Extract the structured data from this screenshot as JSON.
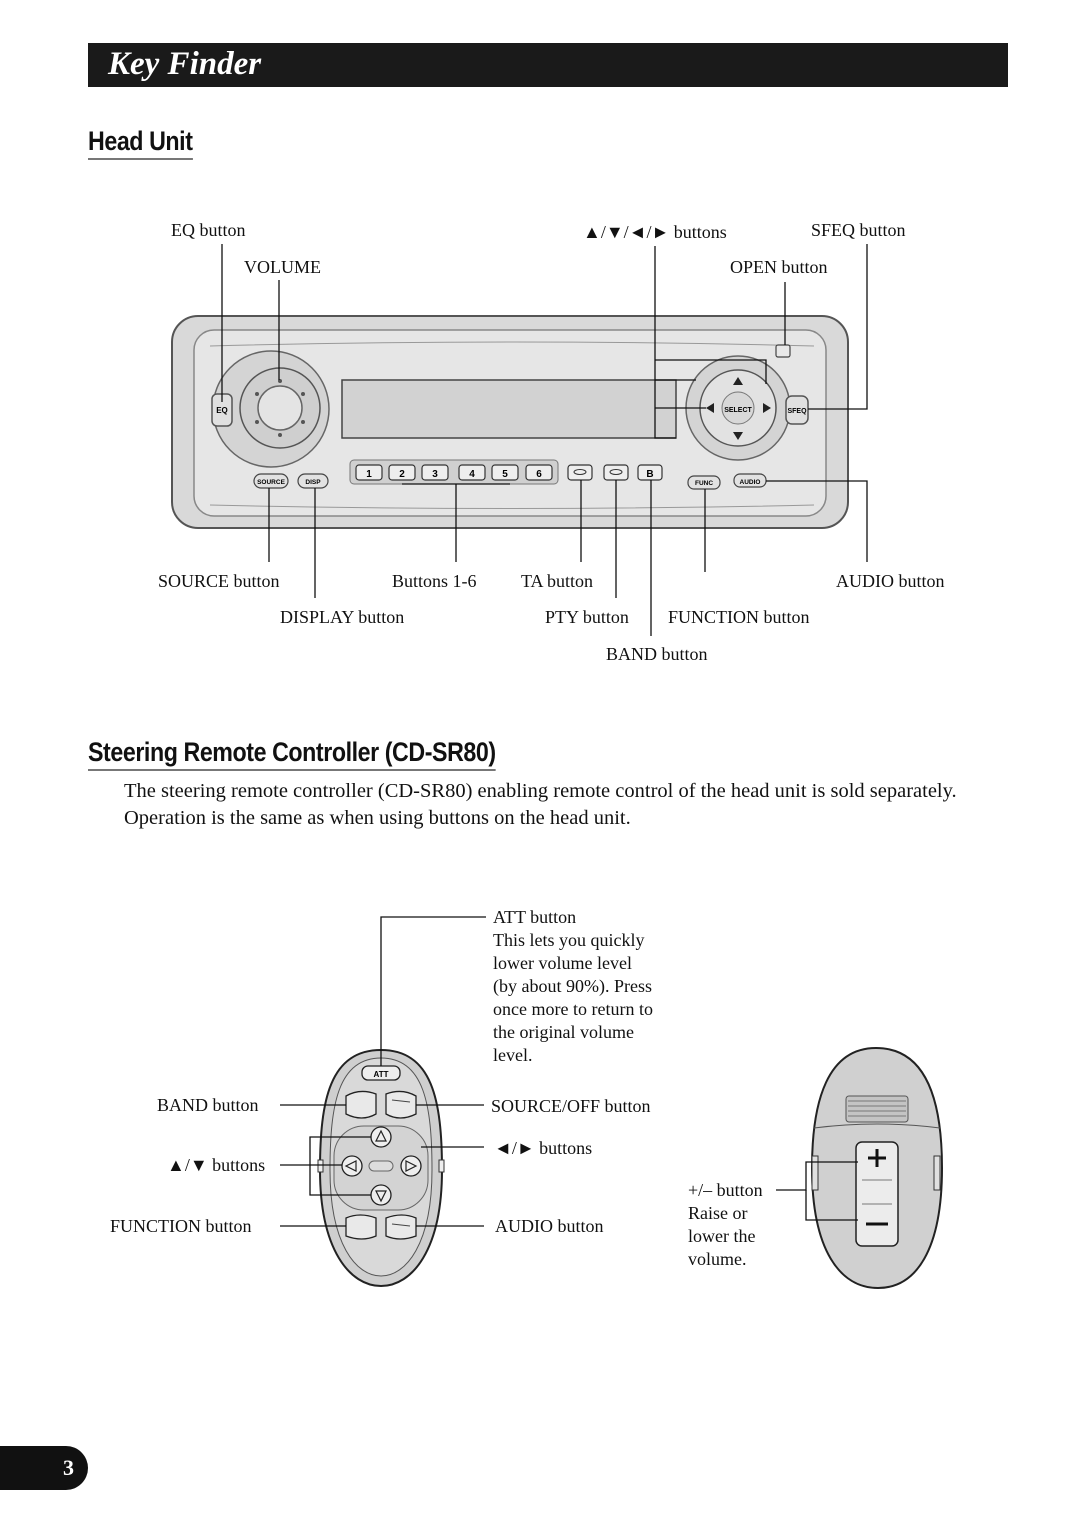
{
  "page_title": "Key Finder",
  "head_unit": {
    "heading": "Head Unit",
    "labels": {
      "eq": "EQ button",
      "volume": "VOLUME",
      "arrows": "▲/▼/◄/► buttons",
      "sfeq": "SFEQ button",
      "open": "OPEN button",
      "source": "SOURCE button",
      "buttons16": "Buttons 1-6",
      "ta": "TA button",
      "audio": "AUDIO button",
      "display": "DISPLAY button",
      "pty": "PTY button",
      "function": "FUNCTION button",
      "band": "BAND button"
    },
    "device_text": {
      "eq": "EQ",
      "select": "SELECT",
      "sfeq": "SFEQ",
      "source": "SOURCE",
      "disp": "DISP",
      "func": "FUNC",
      "audio": "AUDIO",
      "preset": [
        "1",
        "2",
        "3",
        "4",
        "5",
        "6"
      ],
      "band": "B"
    }
  },
  "steering": {
    "heading": "Steering Remote Controller (CD-SR80)",
    "description": "The steering remote controller (CD-SR80) enabling remote control of the head unit is sold separately. Operation is the same as when using buttons on the head unit.",
    "labels": {
      "att": "ATT button",
      "att_desc": [
        "This lets you quickly",
        "lower volume level",
        "(by about 90%). Press",
        "once more to return to",
        "the original volume",
        "level."
      ],
      "band": "BAND button",
      "source_off": "SOURCE/OFF button",
      "updown": "▲/▼ buttons",
      "leftright": "◄/► buttons",
      "function": "FUNCTION button",
      "audio": "AUDIO button",
      "plusminus": "+/– button",
      "plusminus_desc": [
        "Raise or",
        "lower the",
        "volume."
      ]
    },
    "device_text": {
      "att": "ATT"
    }
  },
  "page_number": "3"
}
